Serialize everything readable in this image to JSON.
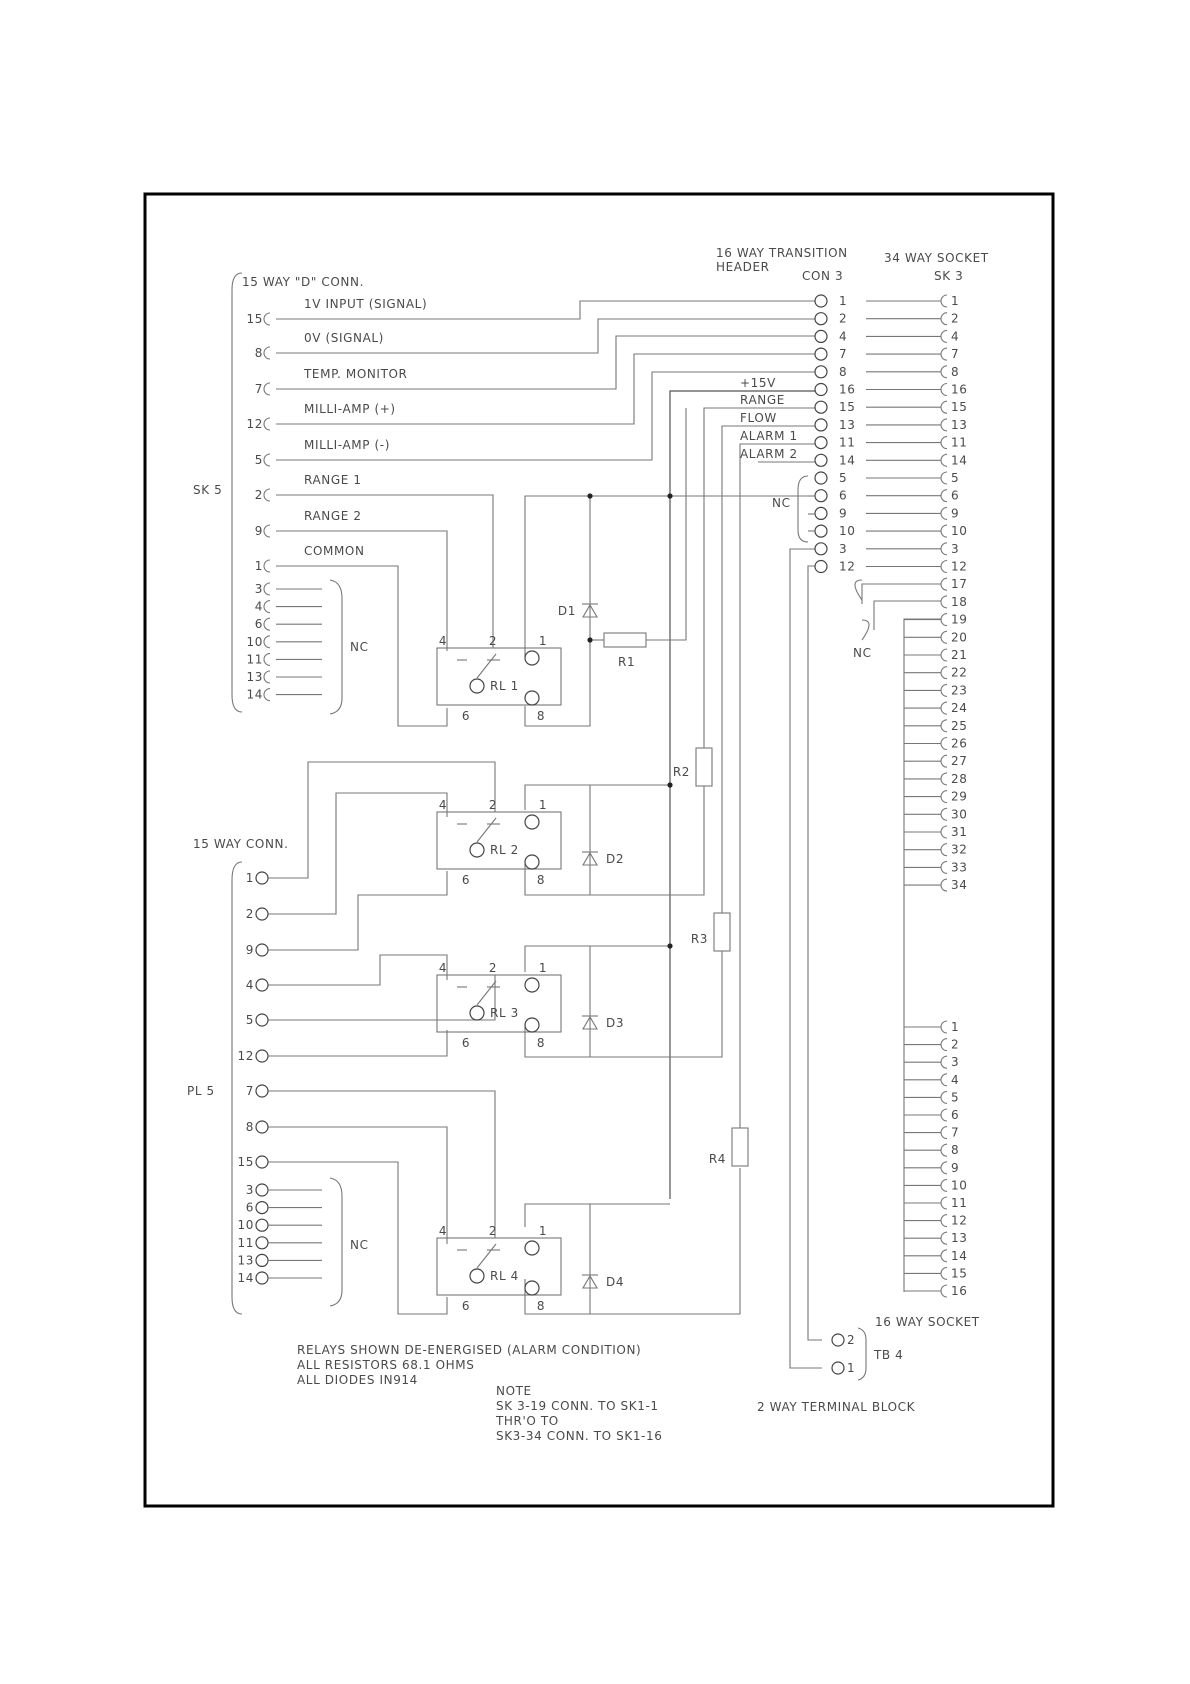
{
  "colors": {
    "wire": "#777777",
    "frame": "#000000",
    "text": "#4a4a4a"
  },
  "sk5": {
    "title": "15 WAY \"D\" CONN.",
    "ref": "SK 5",
    "pins": [
      {
        "num": "15",
        "label": "1V INPUT (SIGNAL)"
      },
      {
        "num": "8",
        "label": "0V (SIGNAL)"
      },
      {
        "num": "7",
        "label": "TEMP. MONITOR"
      },
      {
        "num": "12",
        "label": "MILLI-AMP (+)"
      },
      {
        "num": "5",
        "label": "MILLI-AMP (-)"
      },
      {
        "num": "2",
        "label": "RANGE 1"
      },
      {
        "num": "9",
        "label": "RANGE 2"
      },
      {
        "num": "1",
        "label": "COMMON"
      }
    ],
    "nc_pins": [
      "3",
      "4",
      "6",
      "10",
      "11",
      "13",
      "14"
    ],
    "nc_label": "NC"
  },
  "pl5": {
    "title": "15 WAY CONN.",
    "ref": "PL 5",
    "pins": [
      "1",
      "2",
      "9",
      "4",
      "5",
      "12",
      "7",
      "8",
      "15"
    ],
    "nc_pins": [
      "3",
      "6",
      "10",
      "11",
      "13",
      "14"
    ],
    "nc_label": "NC"
  },
  "con3": {
    "title_line1": "16 WAY TRANSITION",
    "title_line2": "HEADER",
    "ref": "CON 3",
    "pins": [
      "1",
      "2",
      "4",
      "7",
      "8",
      "16",
      "15",
      "13",
      "11",
      "14",
      "5",
      "6",
      "9",
      "10",
      "3",
      "12"
    ],
    "signal_labels": [
      "+15V",
      "RANGE",
      "FLOW",
      "ALARM 1",
      "ALARM 2"
    ],
    "nc_label": "NC"
  },
  "sk3": {
    "title": "34 WAY SOCKET",
    "ref": "SK 3",
    "pins": [
      "1",
      "2",
      "4",
      "7",
      "8",
      "16",
      "15",
      "13",
      "11",
      "14",
      "5",
      "6",
      "9",
      "10",
      "3",
      "12",
      "17",
      "18",
      "19",
      "20",
      "21",
      "22",
      "23",
      "24",
      "25",
      "26",
      "27",
      "28",
      "29",
      "30",
      "31",
      "32",
      "33",
      "34"
    ],
    "nc_label": "NC"
  },
  "sk1": {
    "title": "16 WAY SOCKET",
    "pins": [
      "1",
      "2",
      "3",
      "4",
      "5",
      "6",
      "7",
      "8",
      "9",
      "10",
      "11",
      "12",
      "13",
      "14",
      "15",
      "16"
    ]
  },
  "tb4": {
    "ref": "TB 4",
    "title": "2 WAY TERMINAL BLOCK",
    "pins": [
      "2",
      "1"
    ]
  },
  "relays": [
    {
      "name": "RL 1",
      "pins": [
        "4",
        "2",
        "1",
        "6",
        "8"
      ]
    },
    {
      "name": "RL 2",
      "pins": [
        "4",
        "2",
        "1",
        "6",
        "8"
      ]
    },
    {
      "name": "RL 3",
      "pins": [
        "4",
        "2",
        "1",
        "6",
        "8"
      ]
    },
    {
      "name": "RL 4",
      "pins": [
        "4",
        "2",
        "1",
        "6",
        "8"
      ]
    }
  ],
  "diodes": [
    "D1",
    "D2",
    "D3",
    "D4"
  ],
  "resistors": [
    "R1",
    "R2",
    "R3",
    "R4"
  ],
  "notes_left": [
    "RELAYS SHOWN DE-ENERGISED (ALARM CONDITION)",
    "ALL RESISTORS 68.1 OHMS",
    "ALL DIODES IN914"
  ],
  "notes_center": [
    "NOTE",
    "SK 3-19 CONN. TO SK1-1",
    "THR'O TO",
    "SK3-34 CONN. TO SK1-16"
  ]
}
